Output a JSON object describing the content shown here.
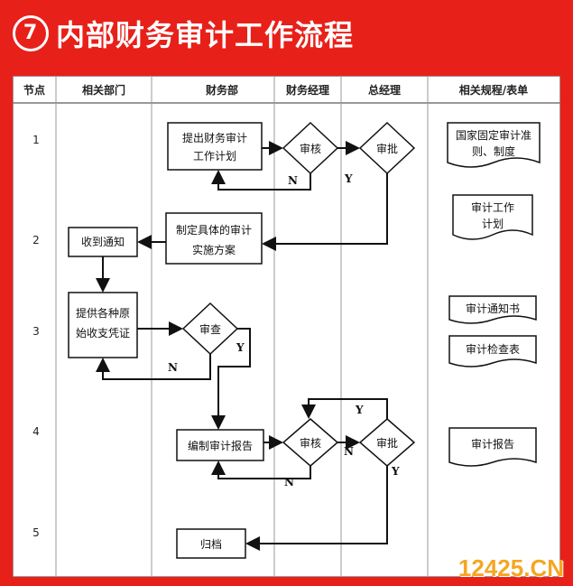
{
  "title": {
    "number": "7",
    "text": "内部财务审计工作流程"
  },
  "headers": [
    "节点",
    "相关部门",
    "财务部",
    "财务经理",
    "总经理",
    "相关规程/表单"
  ],
  "nodes": [
    "1",
    "2",
    "3",
    "4",
    "5"
  ],
  "boxes": {
    "plan1": "提出财务审计",
    "plan2": "工作计划",
    "impl1": "制定具体的审计",
    "impl2": "实施方案",
    "notice": "收到通知",
    "prov1": "提供各种原",
    "prov2": "始收支凭证",
    "report": "编制审计报告",
    "archive": "归档"
  },
  "diamonds": {
    "review1": "审核",
    "approve1": "审批",
    "check": "审查",
    "review2": "审核",
    "approve2": "审批"
  },
  "flow_labels": {
    "y": "Y",
    "n": "N"
  },
  "docs": {
    "doc1a": "国家固定审计准",
    "doc1b": "则、制度",
    "doc2a": "审计工作",
    "doc2b": "计划",
    "doc3": "审计通知书",
    "doc4": "审计检查表",
    "doc5": "审计报告"
  },
  "watermark": "12425.CN"
}
